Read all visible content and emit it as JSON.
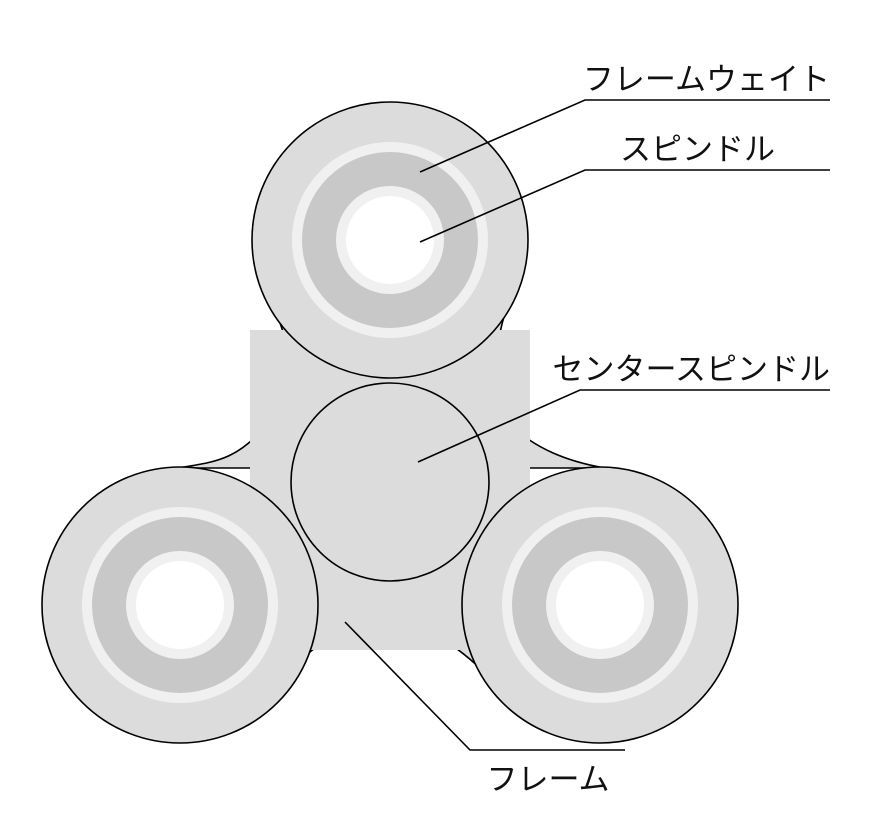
{
  "labels": {
    "frame_weight": "フレームウェイト",
    "spindle": "スピンドル",
    "center_spindle": "センタースピンドル",
    "frame": "フレーム"
  },
  "colors": {
    "frame_fill": "#dcdcdc",
    "weight_ring": "#c8c8c8",
    "light_ring": "#f0f0f0",
    "bearing_hole": "#ffffff",
    "outline": "#000000"
  }
}
